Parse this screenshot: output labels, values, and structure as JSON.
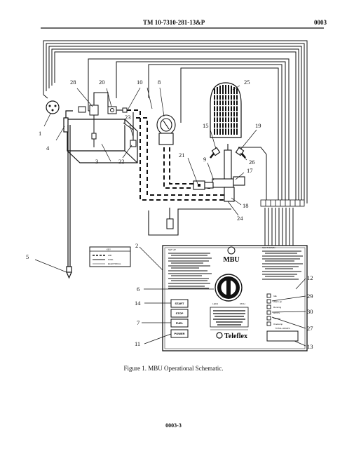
{
  "header": {
    "doc_number": "TM 10-7310-281-13&P",
    "work_package": "0003"
  },
  "caption": "Figure 1.  MBU Operational Schematic.",
  "page_number": "0003-3",
  "callouts": {
    "c1": "1",
    "c2": "2",
    "c3": "3",
    "c4": "4",
    "c5": "5",
    "c6": "6",
    "c7": "7",
    "c8": "8",
    "c9": "9",
    "c10": "10",
    "c11": "11",
    "c12": "12",
    "c13": "13",
    "c14": "14",
    "c15": "15",
    "c17": "17",
    "c18": "18",
    "c19": "19",
    "c20": "20",
    "c21": "21",
    "c22": "22",
    "c23": "23",
    "c24": "24",
    "c25": "25",
    "c26": "26",
    "c27": "27",
    "c28": "28",
    "c29": "29",
    "c30": "30"
  },
  "key": {
    "title": "KEY",
    "items": [
      "AIR",
      "FUEL",
      "ELECTRICAL"
    ]
  },
  "panel": {
    "title": "MBU",
    "brand": "Teleflex",
    "knob_left": "LEAN",
    "knob_right": "RICH",
    "buttons": [
      "START",
      "STOP",
      "FUEL",
      "POWER"
    ],
    "indicators": [
      "Idle",
      "Warm-up",
      "Running",
      "Air Prs",
      "Voltage",
      "Overtemp"
    ],
    "timer_label": "TOTAL HOURS",
    "left_heading": "SET UP",
    "right_heading": "SHUT DOWN"
  }
}
